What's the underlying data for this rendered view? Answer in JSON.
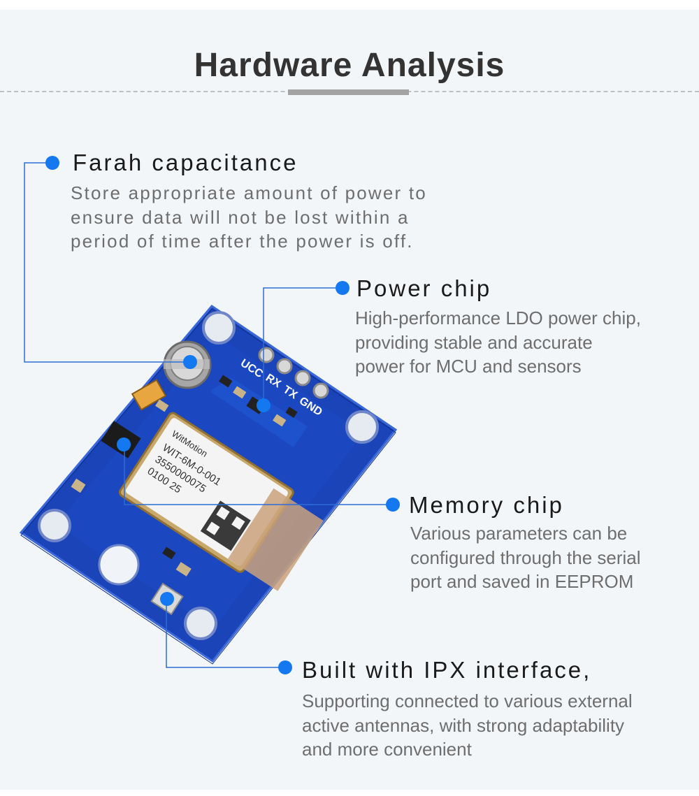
{
  "title": "Hardware Analysis",
  "features": [
    {
      "heading": "Farah capacitance",
      "lines": [
        "Store appropriate amount of power to",
        "ensure data will not be lost within a",
        "period of time after the power is off."
      ]
    },
    {
      "heading": "Power chip",
      "lines": [
        "High-performance LDO power chip,",
        "providing stable and accurate",
        "power for MCU and sensors"
      ]
    },
    {
      "heading": "Memory chip",
      "lines": [
        "Various parameters can be",
        "configured through the serial",
        "port and saved in EEPROM"
      ]
    },
    {
      "heading": "Built with IPX interface,",
      "lines": [
        "Supporting connected to various external",
        "active antennas, with strong adaptability",
        "and more convenient"
      ]
    }
  ],
  "board": {
    "pin_labels": [
      "UCC",
      "RX",
      "TX",
      "GND"
    ],
    "module_brand": "WitMotion",
    "module_lines": [
      "WIT-6M-0-001",
      "3550000075",
      "0100 25"
    ],
    "colors": {
      "pcb": "#1a44b8",
      "accent": "#1479f1",
      "leader_line": "#2d6dd6"
    }
  }
}
